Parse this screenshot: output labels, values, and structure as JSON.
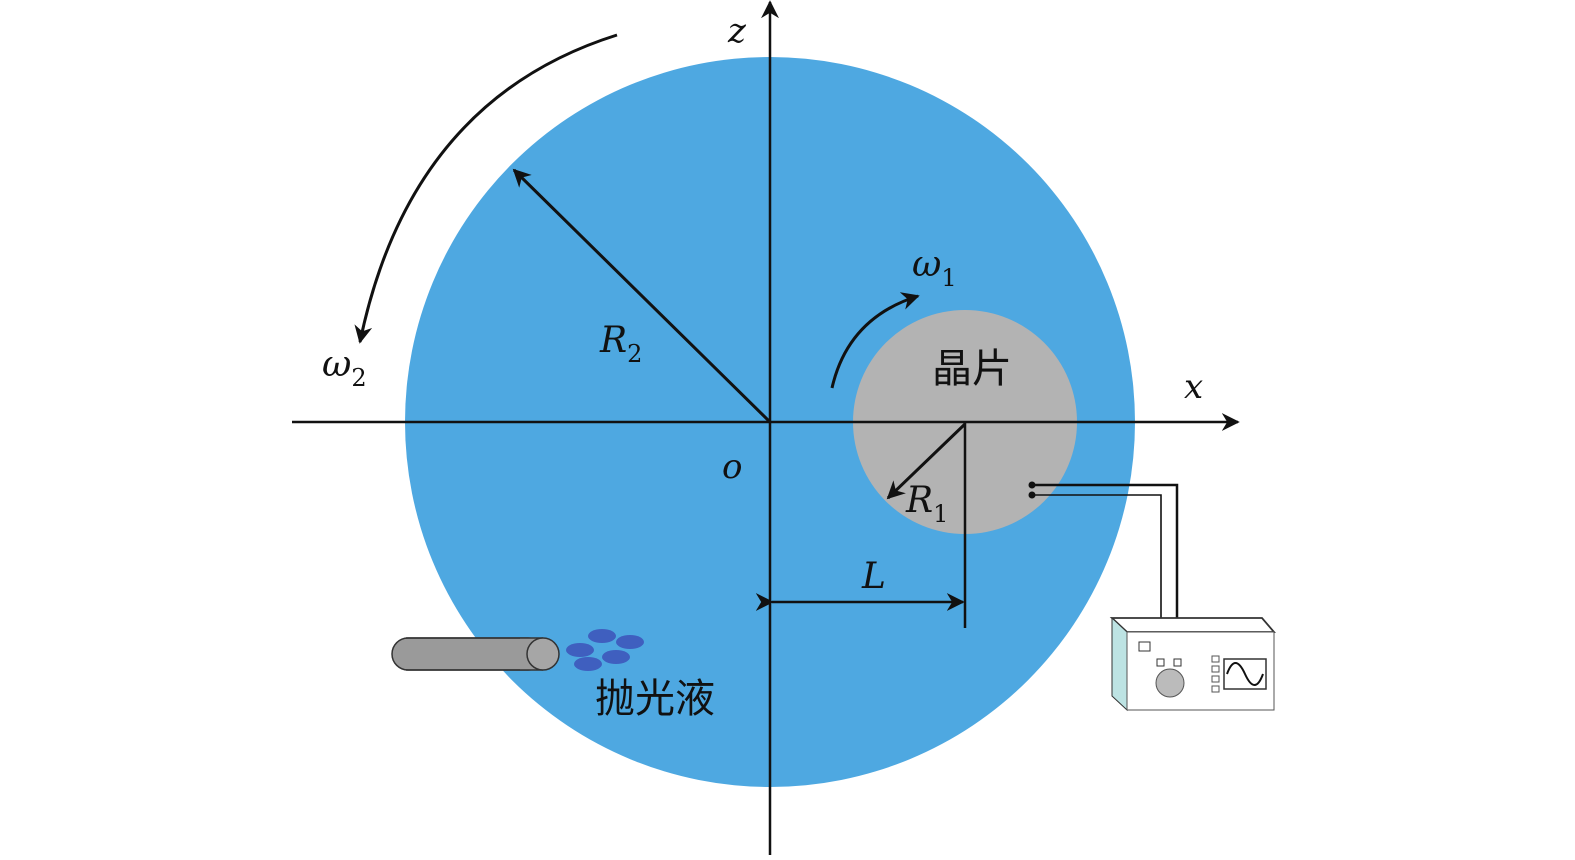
{
  "axes": {
    "z": "z",
    "x": "x",
    "origin": "o"
  },
  "pad": {
    "radius_symbol": "R",
    "radius_sub": "2",
    "omega_symbol": "ω",
    "omega_sub": "2"
  },
  "wafer": {
    "label": "晶片",
    "radius_symbol": "R",
    "radius_sub": "1",
    "omega_symbol": "ω",
    "omega_sub": "1"
  },
  "offset_label": "L",
  "slurry_label": "抛光液",
  "colors": {
    "pad": "#4ea8e1",
    "wafer": "#b3b3b3",
    "slurry": "#3f5fbf",
    "nozzle": "#9a9a9a"
  }
}
